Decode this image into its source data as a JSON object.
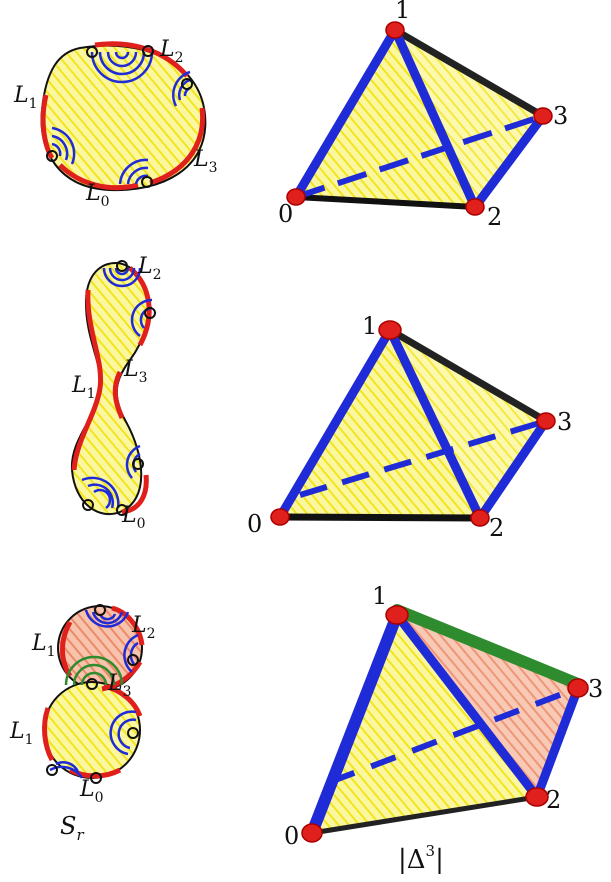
{
  "colors": {
    "red": "#e0201c",
    "blue": "#1f2bd6",
    "yellow": "#f4ec3c",
    "black": "#111111",
    "green": "#2e8b2e",
    "salmon": "#ee9070"
  },
  "rows": [
    {
      "disk_labels": [
        "L",
        "L",
        "L",
        "L"
      ],
      "disk_subscripts": [
        "1",
        "2",
        "3",
        "0"
      ],
      "vertex_labels": [
        "0",
        "1",
        "2",
        "3"
      ]
    },
    {
      "disk_labels": [
        "L",
        "L",
        "L",
        "L"
      ],
      "disk_subscripts": [
        "2",
        "1",
        "3",
        "0"
      ],
      "vertex_labels": [
        "0",
        "1",
        "2",
        "3"
      ]
    },
    {
      "disk_labels": [
        "L",
        "L",
        "L",
        "L",
        "L"
      ],
      "disk_subscripts": [
        "1",
        "2",
        "3",
        "1",
        "0"
      ],
      "vertex_labels": [
        "0",
        "1",
        "2",
        "3"
      ]
    }
  ],
  "captions": {
    "left_main": "S",
    "left_sub": "r",
    "right": "|Δ",
    "right_sup": "3",
    "right_end": "|"
  }
}
